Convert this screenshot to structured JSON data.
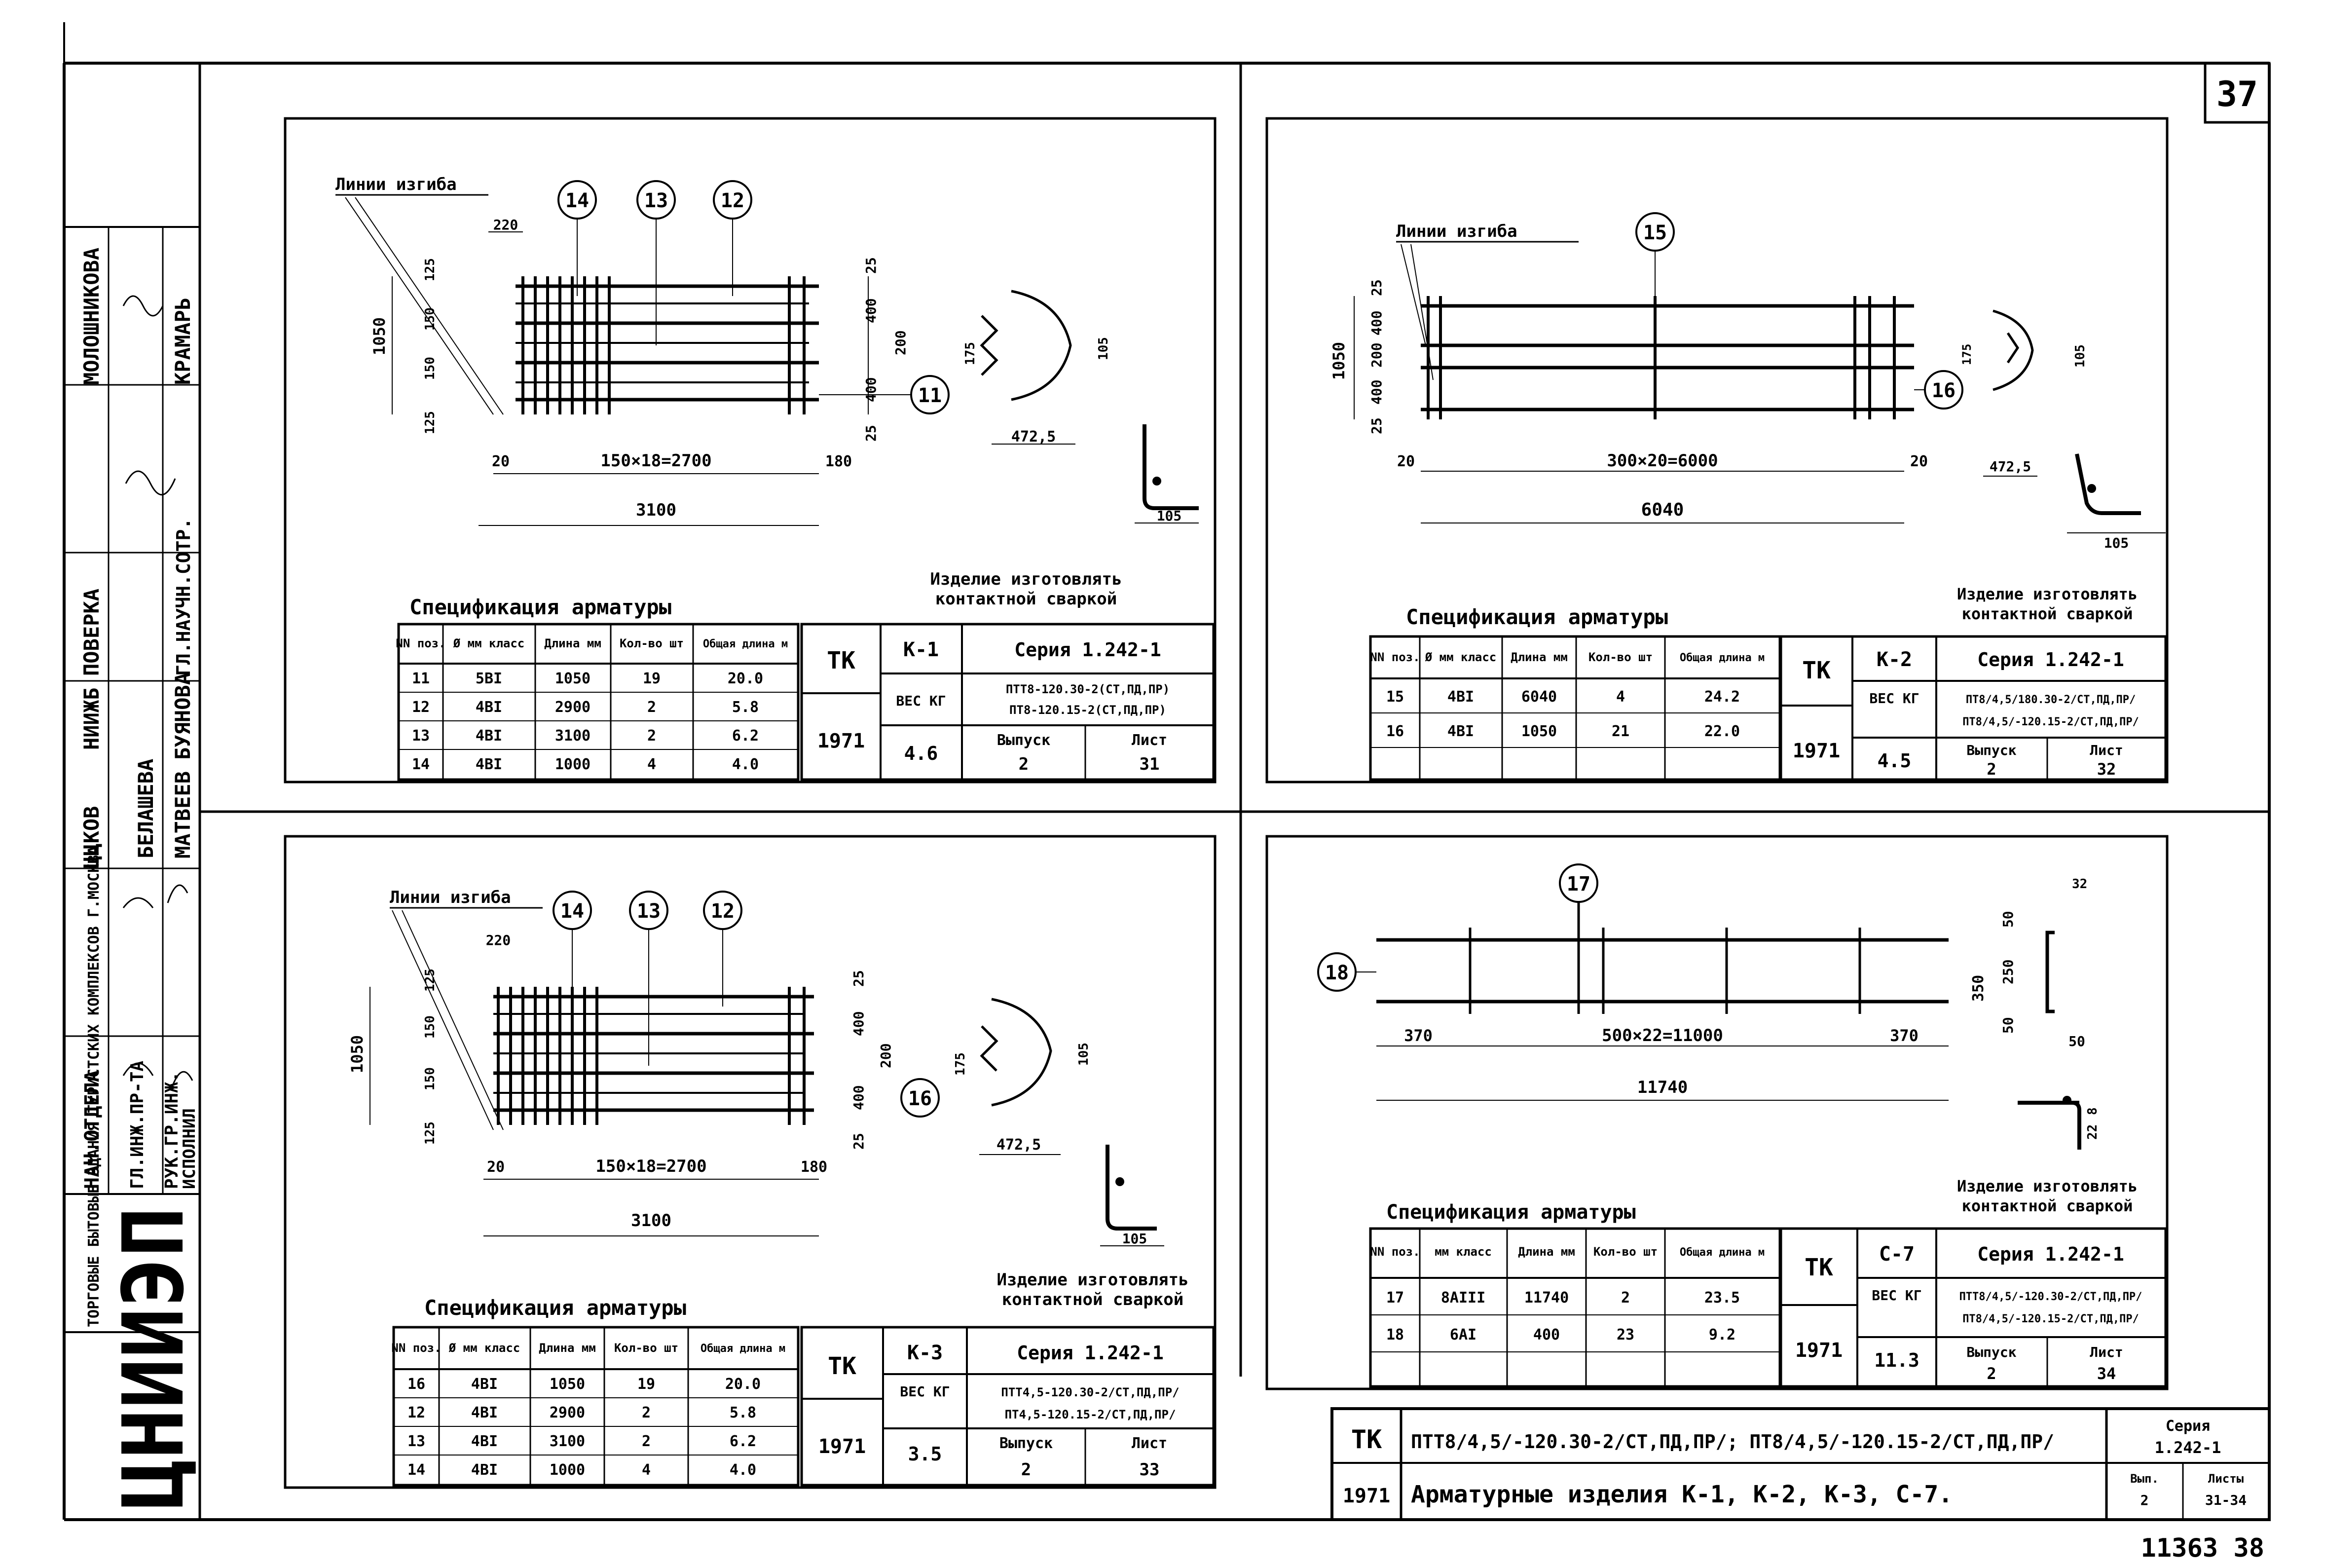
{
  "sheet": {
    "number_top": "37",
    "bottom_right": "11363  38"
  },
  "side_stamp": {
    "rows": [
      {
        "role": "МОЛОШНИКОВА",
        "name": "КРАМАРЬ"
      },
      {
        "role": "ПОВЕРКА",
        "name": "ГЛ.НАУЧН.СОТР."
      },
      {
        "role": "НИИЖБ",
        "name": ""
      },
      {
        "role": "ЦЦКОВ",
        "name": "БЕЛАШЕВА"
      },
      {
        "role": "МАТВЕЕВ",
        "name": "БУЯНОВА"
      },
      {
        "role": "НАЧ.ОТДЕЛА",
        "name": "ГЛ.ИНЖ.ПР-ТА"
      },
      {
        "role": "РУК.ГР.ИНЖ.",
        "name": "ИСПОЛНИЛ"
      }
    ],
    "org_text": "ТОРГОВЫЕ БЫТОВЫЕ ЗДАНИЯ ТУРИСТСКИХ КОМПЛЕКСОВ Г.МОСКВА",
    "org_logo": "ЦНИИЭП"
  },
  "panels": [
    {
      "id": "K-1",
      "bend_label": "Линии изгиба",
      "callouts": [
        "14",
        "13",
        "12",
        "11"
      ],
      "dims": {
        "total": "3100",
        "mid": "150×18=2700",
        "left_small": "20",
        "right_small": "180",
        "top_small": "220",
        "height": "1050",
        "d1": "125",
        "d2": "150",
        "d3": "150",
        "d4": "125",
        "v25a": "25",
        "v400a": "400",
        "v200": "200",
        "v400b": "400",
        "v25b": "25",
        "h175": "175",
        "h105a": "105",
        "r4725": "472,5",
        "h105b": "105"
      },
      "note": [
        "Изделие изготовлять",
        "контактной сваркой"
      ],
      "spec_title": "Спецификация арматуры",
      "spec_header": [
        "NN поз.",
        "Ø мм класс",
        "Длина мм",
        "Кол-во шт",
        "Общая длина м"
      ],
      "spec_rows": [
        [
          "11",
          "5BI",
          "1050",
          "19",
          "20.0"
        ],
        [
          "12",
          "4BI",
          "2900",
          "2",
          "5.8"
        ],
        [
          "13",
          "4BI",
          "3100",
          "2",
          "6.2"
        ],
        [
          "14",
          "4BI",
          "1000",
          "4",
          "4.0"
        ]
      ],
      "stamp": {
        "tk": "ТК",
        "year": "1971",
        "mark": "К-1",
        "series": "Серия 1.242-1",
        "weight_label": "ВЕС КГ",
        "weight": "4.6",
        "codes": [
          "ПТТ8-120.30-2(СТ,ПД,ПР)",
          "ПТ8-120.15-2(СТ,ПД,ПР)"
        ],
        "issue_label": "Выпуск",
        "issue": "2",
        "sheet_label": "Лист",
        "sheet": "31"
      }
    },
    {
      "id": "K-2",
      "bend_label": "Линии изгиба",
      "callouts": [
        "15",
        "16"
      ],
      "dims": {
        "total": "6040",
        "mid": "300×20=6000",
        "left_small": "20",
        "right_small": "20",
        "height": "1050",
        "d1": "25",
        "d2": "400",
        "d3": "200",
        "d4": "400",
        "d5": "25",
        "h175": "175",
        "h105a": "105",
        "r4725": "472,5",
        "h105b": "105"
      },
      "note": [
        "Изделие изготовлять",
        "контактной сваркой"
      ],
      "spec_title": "Спецификация арматуры",
      "spec_header": [
        "NN поз.",
        "Ø мм класс",
        "Длина мм",
        "Кол-во шт",
        "Общая длина м"
      ],
      "spec_rows": [
        [
          "15",
          "4BI",
          "6040",
          "4",
          "24.2"
        ],
        [
          "16",
          "4BI",
          "1050",
          "21",
          "22.0"
        ],
        [
          "",
          "",
          "",
          "",
          ""
        ]
      ],
      "stamp": {
        "tk": "ТК",
        "year": "1971",
        "mark": "К-2",
        "series": "Серия 1.242-1",
        "weight_label": "ВЕС КГ",
        "weight": "4.5",
        "codes": [
          "ПТ8/4,5/180.30-2/СТ,ПД,ПР/",
          "ПТ8/4,5/-120.15-2/СТ,ПД,ПР/"
        ],
        "issue_label": "Выпуск",
        "issue": "2",
        "sheet_label": "Лист",
        "sheet": "32"
      }
    },
    {
      "id": "K-3",
      "bend_label": "Линии изгиба",
      "callouts": [
        "14",
        "13",
        "12",
        "16"
      ],
      "dims": {
        "total": "3100",
        "mid": "150×18=2700",
        "left_small": "20",
        "right_small": "180",
        "top_small": "220",
        "height": "1050",
        "d1": "125",
        "d2": "150",
        "d3": "150",
        "d4": "125",
        "v25a": "25",
        "v400a": "400",
        "v200": "200",
        "v400b": "400",
        "v25b": "25",
        "h175": "175",
        "h105a": "105",
        "r4725": "472,5",
        "h105b": "105"
      },
      "note": [
        "Изделие изготовлять",
        "контактной сваркой"
      ],
      "spec_title": "Спецификация арматуры",
      "spec_header": [
        "NN поз.",
        "Ø мм класс",
        "Длина мм",
        "Кол-во шт",
        "Общая длина м"
      ],
      "spec_rows": [
        [
          "16",
          "4BI",
          "1050",
          "19",
          "20.0"
        ],
        [
          "12",
          "4BI",
          "2900",
          "2",
          "5.8"
        ],
        [
          "13",
          "4BI",
          "3100",
          "2",
          "6.2"
        ],
        [
          "14",
          "4BI",
          "1000",
          "4",
          "4.0"
        ]
      ],
      "stamp": {
        "tk": "ТК",
        "year": "1971",
        "mark": "К-3",
        "series": "Серия 1.242-1",
        "weight_label": "ВЕС КГ",
        "weight": "3.5",
        "codes": [
          "ПТТ4,5-120.30-2/СТ,ПД,ПР/",
          "ПТ4,5-120.15-2/СТ,ПД,ПР/"
        ],
        "issue_label": "Выпуск",
        "issue": "2",
        "sheet_label": "Лист",
        "sheet": "33"
      }
    },
    {
      "id": "C-7",
      "callouts": [
        "17",
        "18"
      ],
      "dims": {
        "total": "11740",
        "mid": "500×22=11000",
        "left_small": "370",
        "right_small": "370",
        "h350": "350",
        "h50a": "50",
        "h250": "250",
        "h50b": "50",
        "w32": "32",
        "w50": "50",
        "h8": "8",
        "h22": "22"
      },
      "note": [
        "Изделие изготовлять",
        "контактной сваркой"
      ],
      "spec_title": "Спецификация арматуры",
      "spec_header": [
        "NN поз.",
        "мм класс",
        "Длина мм",
        "Кол-во шт",
        "Общая длина м"
      ],
      "spec_rows": [
        [
          "17",
          "8AIII",
          "11740",
          "2",
          "23.5"
        ],
        [
          "18",
          "6AI",
          "400",
          "23",
          "9.2"
        ],
        [
          "",
          "",
          "",
          "",
          ""
        ]
      ],
      "stamp": {
        "tk": "ТК",
        "year": "1971",
        "mark": "С-7",
        "series": "Серия 1.242-1",
        "weight_label": "ВЕС КГ",
        "weight": "11.3",
        "codes": [
          "ПТТ8/4,5/-120.30-2/СТ,ПД,ПР/",
          "ПТ8/4,5/-120.15-2/СТ,ПД,ПР/"
        ],
        "issue_label": "Выпуск",
        "issue": "2",
        "sheet_label": "Лист",
        "sheet": "34"
      }
    }
  ],
  "title_block": {
    "tk": "ТК",
    "year": "1971",
    "codes": "ПТТ8/4,5/-120.30-2/СТ,ПД,ПР/; ПТ8/4,5/-120.15-2/СТ,ПД,ПР/",
    "title": "Арматурные изделия К-1, К-2, К-3, С-7.",
    "series_label": "Серия",
    "series": "1.242-1",
    "issue_label": "Вып.",
    "issue": "2",
    "sheets_label": "Листы",
    "sheets": "31-34"
  }
}
